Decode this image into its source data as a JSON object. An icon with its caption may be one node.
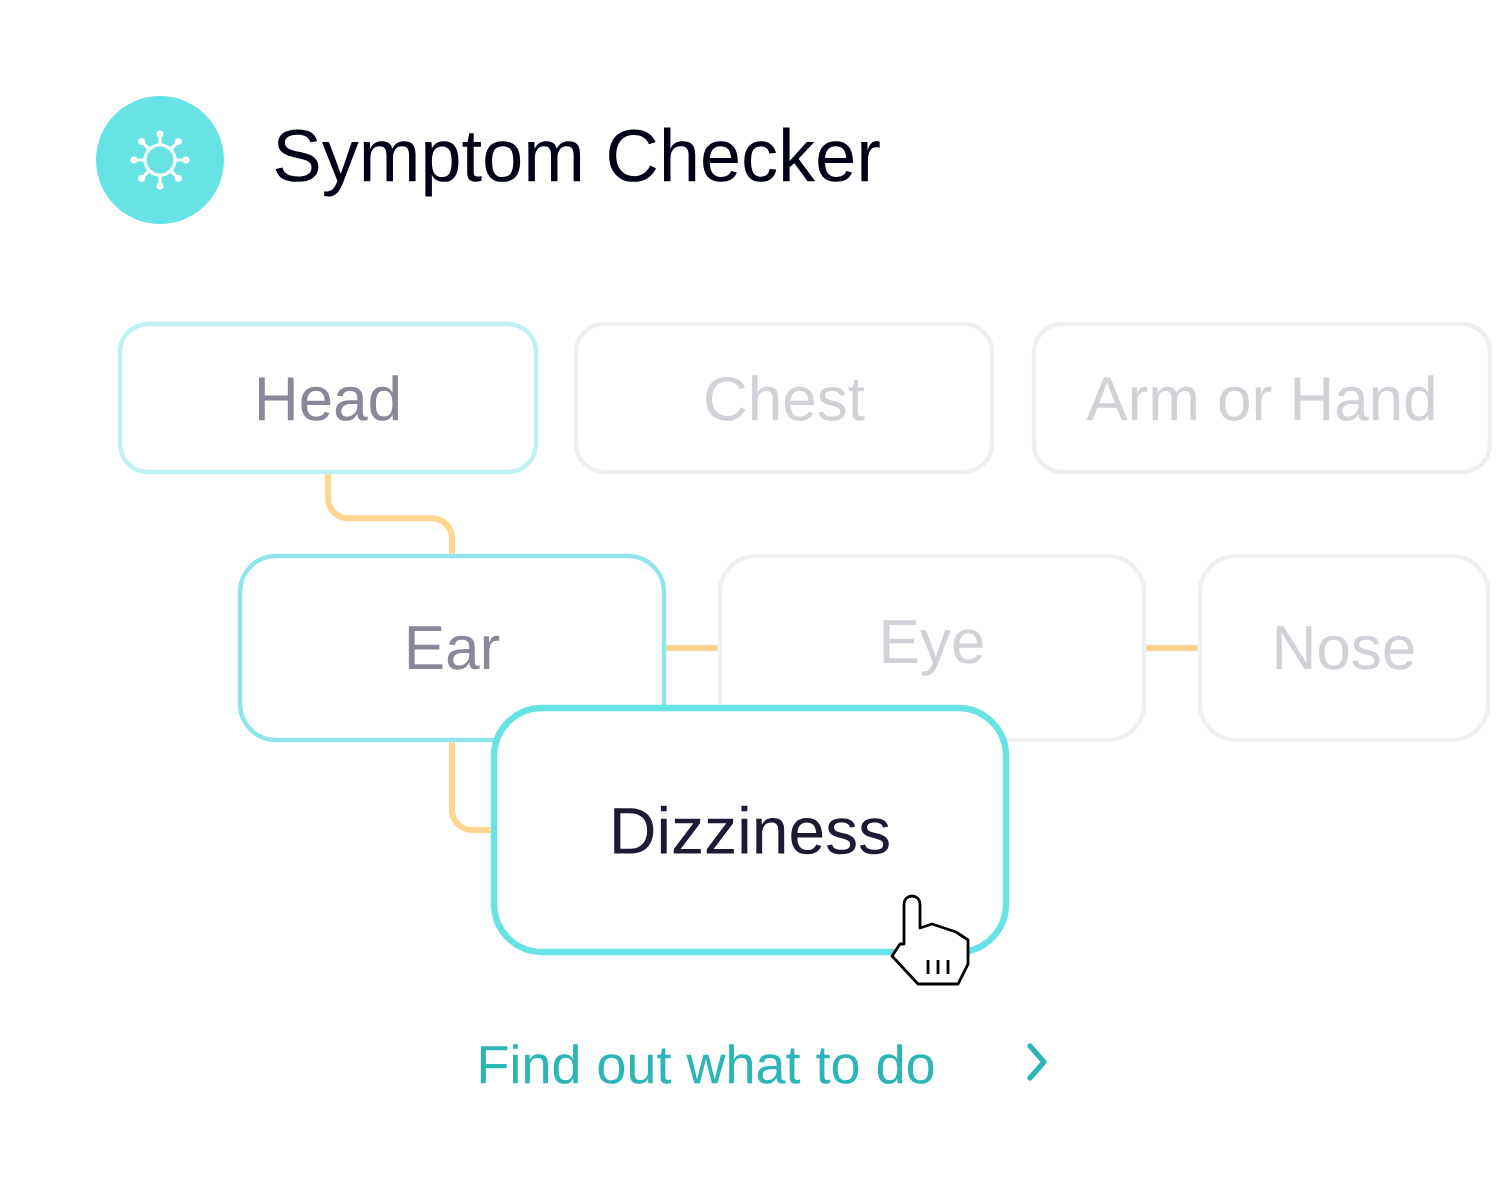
{
  "diagram": {
    "title": "Symptom Checker",
    "nodes": [
      {
        "text": [
          "Head"
        ]
      },
      {
        "text": [
          "Chest"
        ]
      },
      {
        "text": [
          "Arm or Hand"
        ]
      },
      {
        "text": [
          "Ear"
        ]
      },
      {
        "text": [
          "Eye"
        ]
      },
      {
        "text": [
          "Nose"
        ]
      },
      {
        "text": [
          "Dizziness"
        ]
      }
    ],
    "edges": [
      {
        "from": 0,
        "to": 3,
        "arrow": "none"
      },
      {
        "from": 3,
        "to": 4,
        "arrow": "none"
      },
      {
        "from": 4,
        "to": 5,
        "arrow": "none"
      },
      {
        "from": 3,
        "to": 6,
        "arrow": "none"
      }
    ],
    "labels": [
      "Find out what to do"
    ]
  }
}
